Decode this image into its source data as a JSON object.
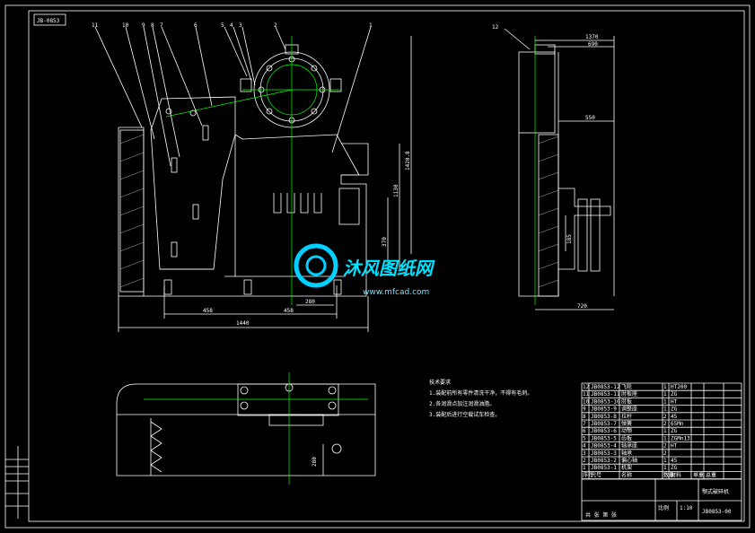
{
  "sheet": {
    "code_box": "JB-0853",
    "watermark_brand": "沐风图纸网",
    "watermark_url": "www.mfcad.com"
  },
  "front_view": {
    "part_numbers": [
      "11",
      "10",
      "9",
      "8",
      "7",
      "6",
      "5",
      "4",
      "3",
      "2",
      "1"
    ],
    "dims": {
      "overall_width": "1440",
      "left_span": "458",
      "right_span": "458",
      "small_span": "280",
      "height_1": "1420.8",
      "height_2": "1130",
      "height_3": "370"
    }
  },
  "side_view": {
    "part_number": "12",
    "dims": {
      "top_total": "1370",
      "top_part": "690",
      "mid": "550",
      "bottom": "720",
      "inner": "185"
    }
  },
  "plan_view": {
    "dims": {
      "vertical": "280"
    }
  },
  "notes": {
    "title": "技术要求",
    "lines": [
      "1.装配前所有零件清洗干净，不得有毛刺。",
      "2.各润滑点加注润滑油脂。",
      "3.装配后进行空载试车检查。"
    ]
  },
  "bom": {
    "rows": [
      [
        "12",
        "JB0853-12",
        "飞轮",
        "1",
        "HT200",
        "",
        ""
      ],
      [
        "11",
        "JB0853-11",
        "肘板座",
        "1",
        "ZG",
        "",
        ""
      ],
      [
        "10",
        "JB0853-10",
        "肘板",
        "1",
        "HT",
        "",
        ""
      ],
      [
        "9",
        "JB0853-9",
        "调整座",
        "1",
        "ZG",
        "",
        ""
      ],
      [
        "8",
        "JB0853-8",
        "拉杆",
        "2",
        "45",
        "",
        ""
      ],
      [
        "7",
        "JB0853-7",
        "弹簧",
        "2",
        "65Mn",
        "",
        ""
      ],
      [
        "6",
        "JB0853-6",
        "动颚",
        "1",
        "ZG",
        "",
        ""
      ],
      [
        "5",
        "JB0853-5",
        "齿板",
        "1",
        "ZGMn13",
        "",
        ""
      ],
      [
        "4",
        "JB0853-4",
        "轴承座",
        "2",
        "HT",
        "",
        ""
      ],
      [
        "3",
        "JB0853-3",
        "轴承",
        "2",
        "",
        "",
        ""
      ],
      [
        "2",
        "JB0853-2",
        "偏心轴",
        "1",
        "45",
        "",
        ""
      ],
      [
        "1",
        "JB0853-1",
        "机架",
        "1",
        "ZG",
        "",
        ""
      ]
    ],
    "header": [
      "序号",
      "代号",
      "名称",
      "数量",
      "材料",
      "单重",
      "总重"
    ]
  },
  "title_block": {
    "drawing_name": "颚式破碎机",
    "drawing_code": "JB0853-00",
    "scale_label": "比例",
    "scale": "1:10",
    "sheet_label": "共 张 第 张"
  }
}
